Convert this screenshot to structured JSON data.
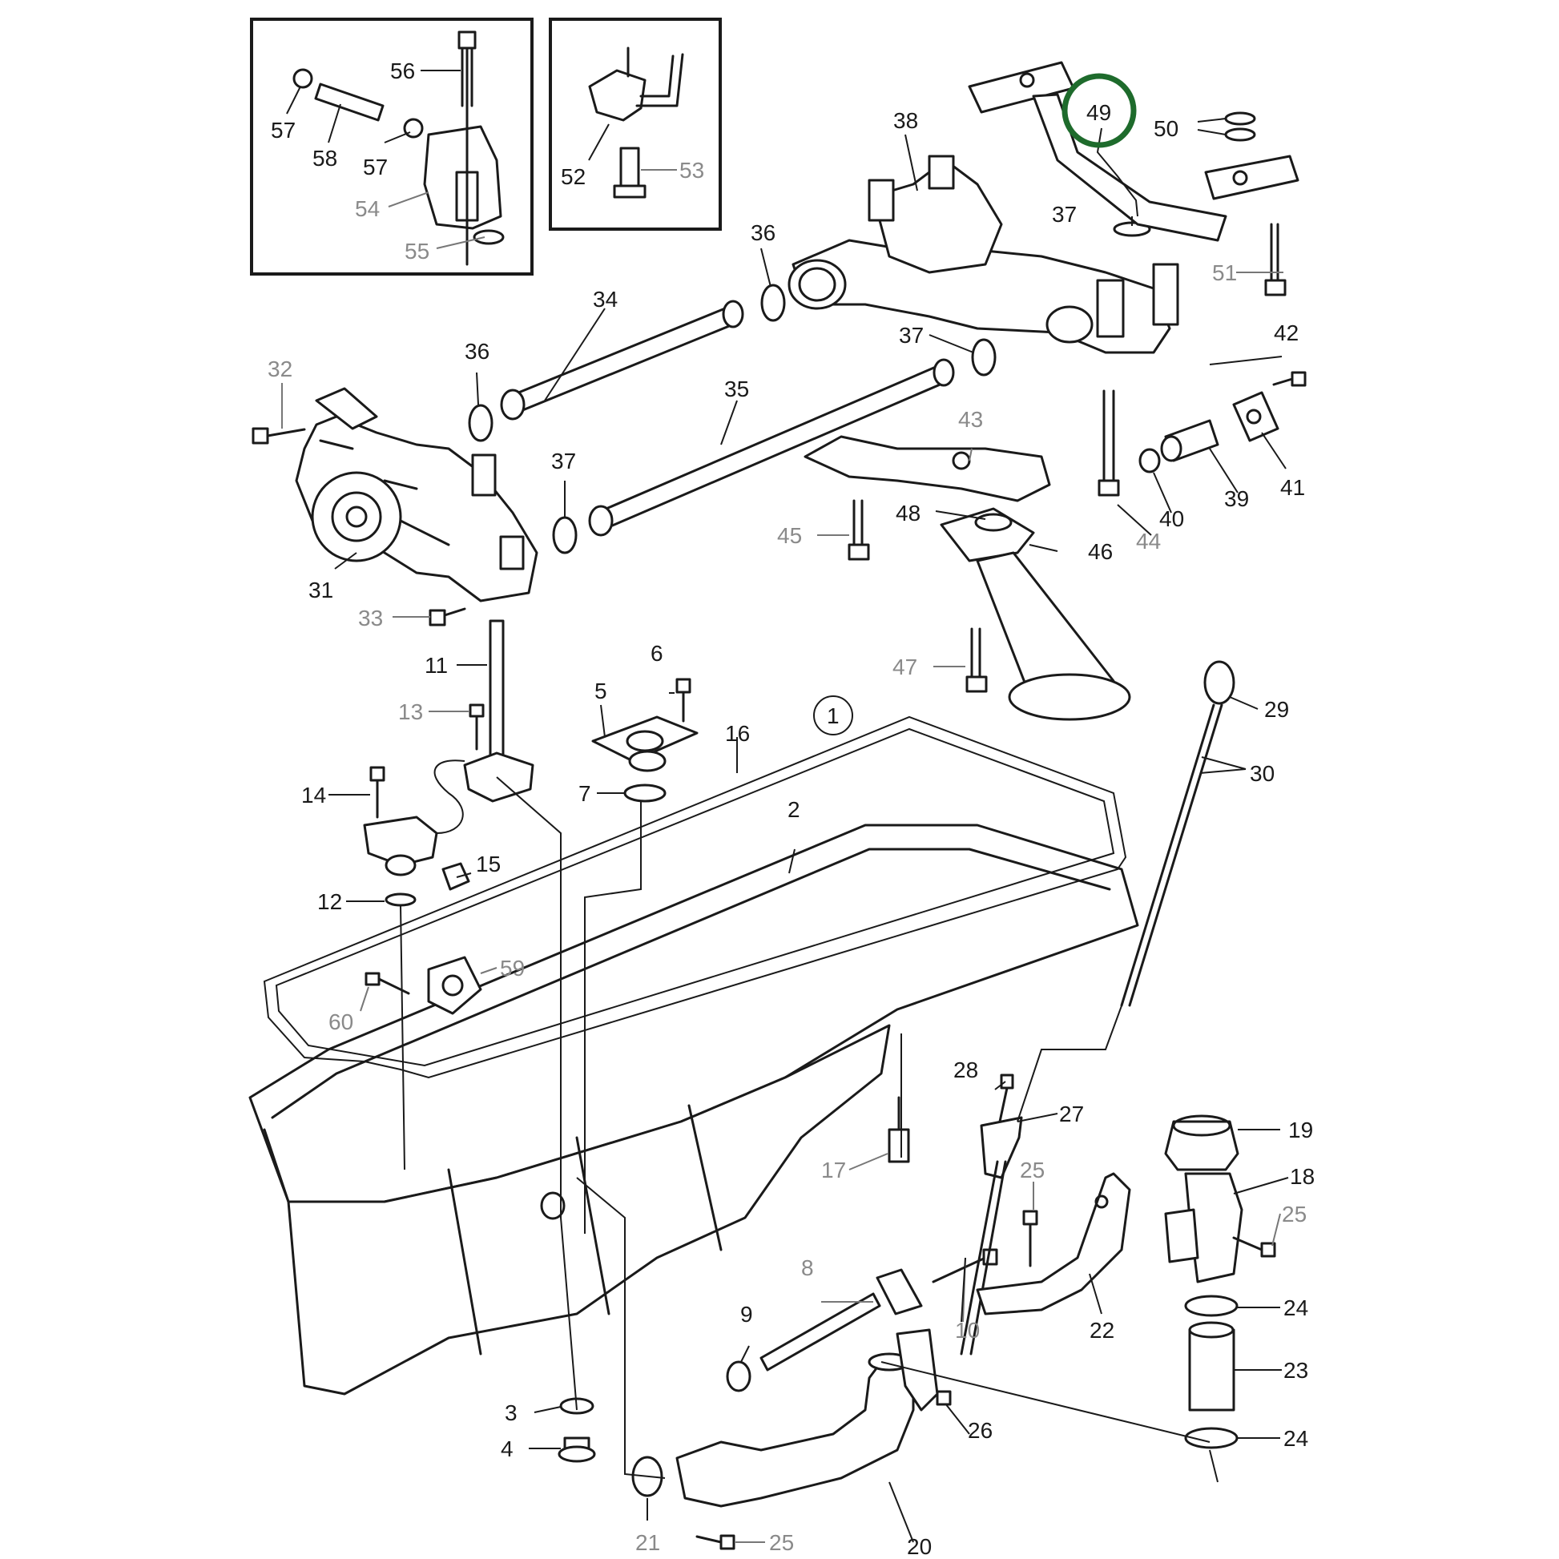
{
  "colors": {
    "line": "#1a1a1a",
    "grey_label": "#8a8a8a",
    "highlight": "#1e6b2c",
    "background": "#ffffff"
  },
  "highlighted_part": "49",
  "labels": {
    "l1": "1",
    "l2": "2",
    "l3": "3",
    "l4": "4",
    "l5": "5",
    "l6": "6",
    "l7": "7",
    "l8": "8",
    "l9": "9",
    "l10": "10",
    "l11": "11",
    "l12": "12",
    "l13": "13",
    "l14": "14",
    "l15": "15",
    "l16": "16",
    "l17": "17",
    "l18": "18",
    "l19": "19",
    "l20": "20",
    "l21": "21",
    "l22": "22",
    "l23": "23",
    "l24a": "24",
    "l24b": "24",
    "l25a": "25",
    "l25b": "25",
    "l25c": "25",
    "l26": "26",
    "l27": "27",
    "l28": "28",
    "l29": "29",
    "l30": "30",
    "l31": "31",
    "l32": "32",
    "l33": "33",
    "l34": "34",
    "l35": "35",
    "l36a": "36",
    "l36b": "36",
    "l37a": "37",
    "l37b": "37",
    "l37c": "37",
    "l38": "38",
    "l39": "39",
    "l40": "40",
    "l41": "41",
    "l42": "42",
    "l43": "43",
    "l44": "44",
    "l45": "45",
    "l46": "46",
    "l47": "47",
    "l48": "48",
    "l49": "49",
    "l50": "50",
    "l51": "51",
    "l52": "52",
    "l53": "53",
    "l54": "54",
    "l55": "55",
    "l56": "56",
    "l57a": "57",
    "l57b": "57",
    "l58": "58",
    "l59": "59",
    "l60": "60"
  }
}
